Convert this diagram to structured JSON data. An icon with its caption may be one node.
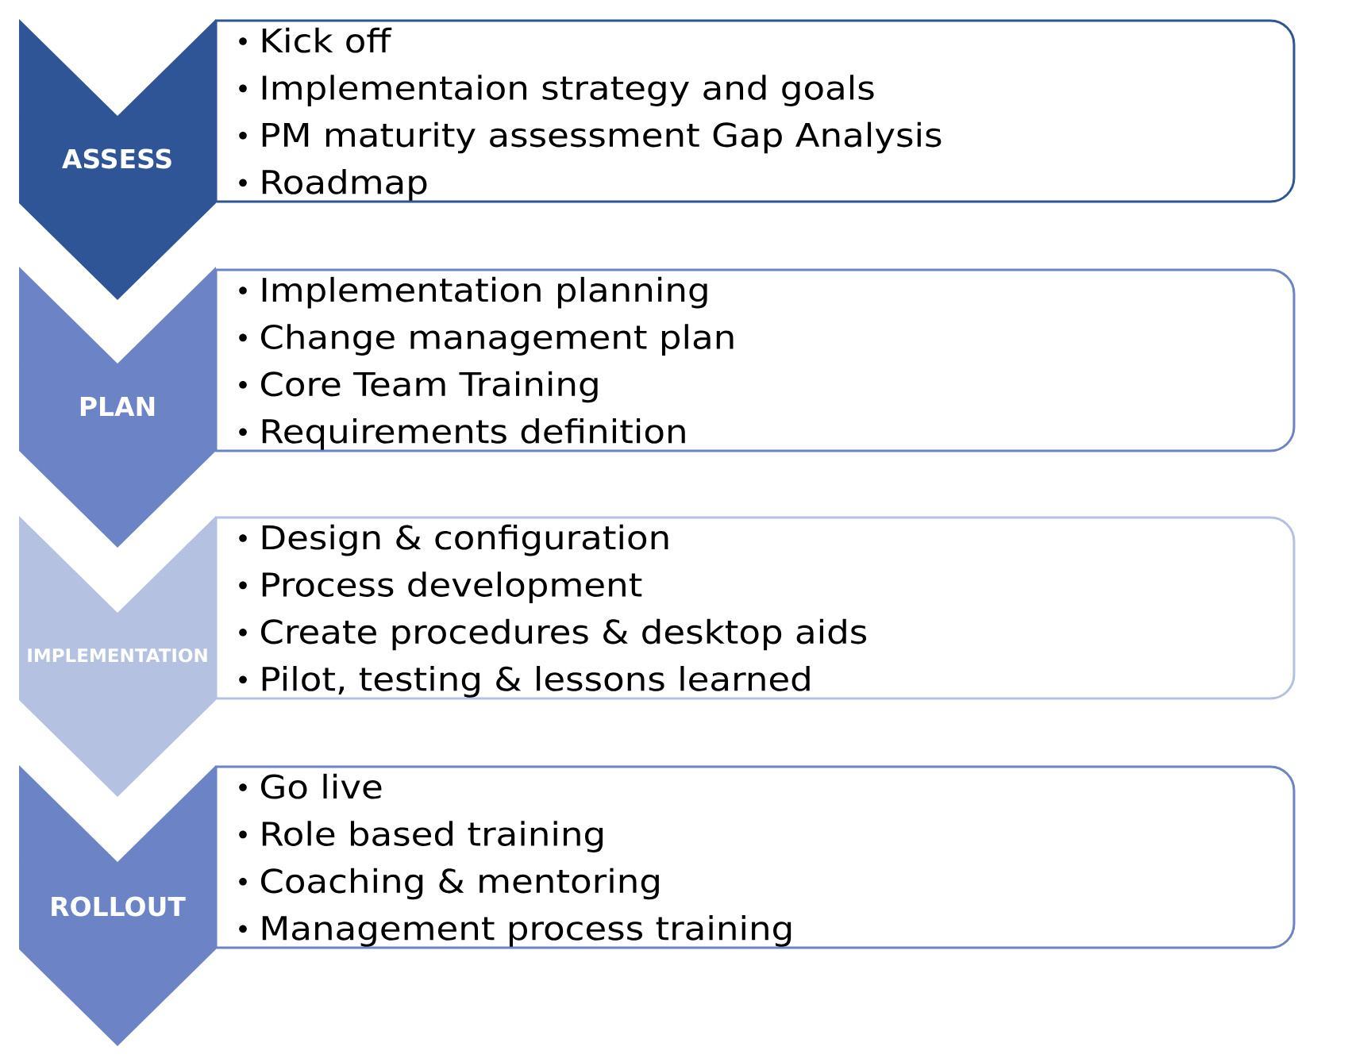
{
  "diagram": {
    "nodes": [
      {
        "text": [
          "ASSESS"
        ]
      },
      {
        "text": [
          "Kick off",
          "Implementaion strategy and goals",
          "PM maturity assessment Gap Analysis",
          "Roadmap"
        ]
      },
      {
        "text": [
          "PLAN"
        ]
      },
      {
        "text": [
          "Implementation planning",
          "Change management plan",
          "Core Team Training",
          "Requirements definition"
        ]
      },
      {
        "text": [
          "IMPLEMENTATION"
        ]
      },
      {
        "text": [
          "Design & configuration",
          "Process development",
          "Create procedures & desktop aids",
          "Pilot, testing & lessons learned"
        ]
      },
      {
        "text": [
          "ROLLOUT"
        ]
      },
      {
        "text": [
          "Go live",
          "Role based training",
          "Coaching & mentoring",
          "Management process training"
        ]
      }
    ]
  }
}
